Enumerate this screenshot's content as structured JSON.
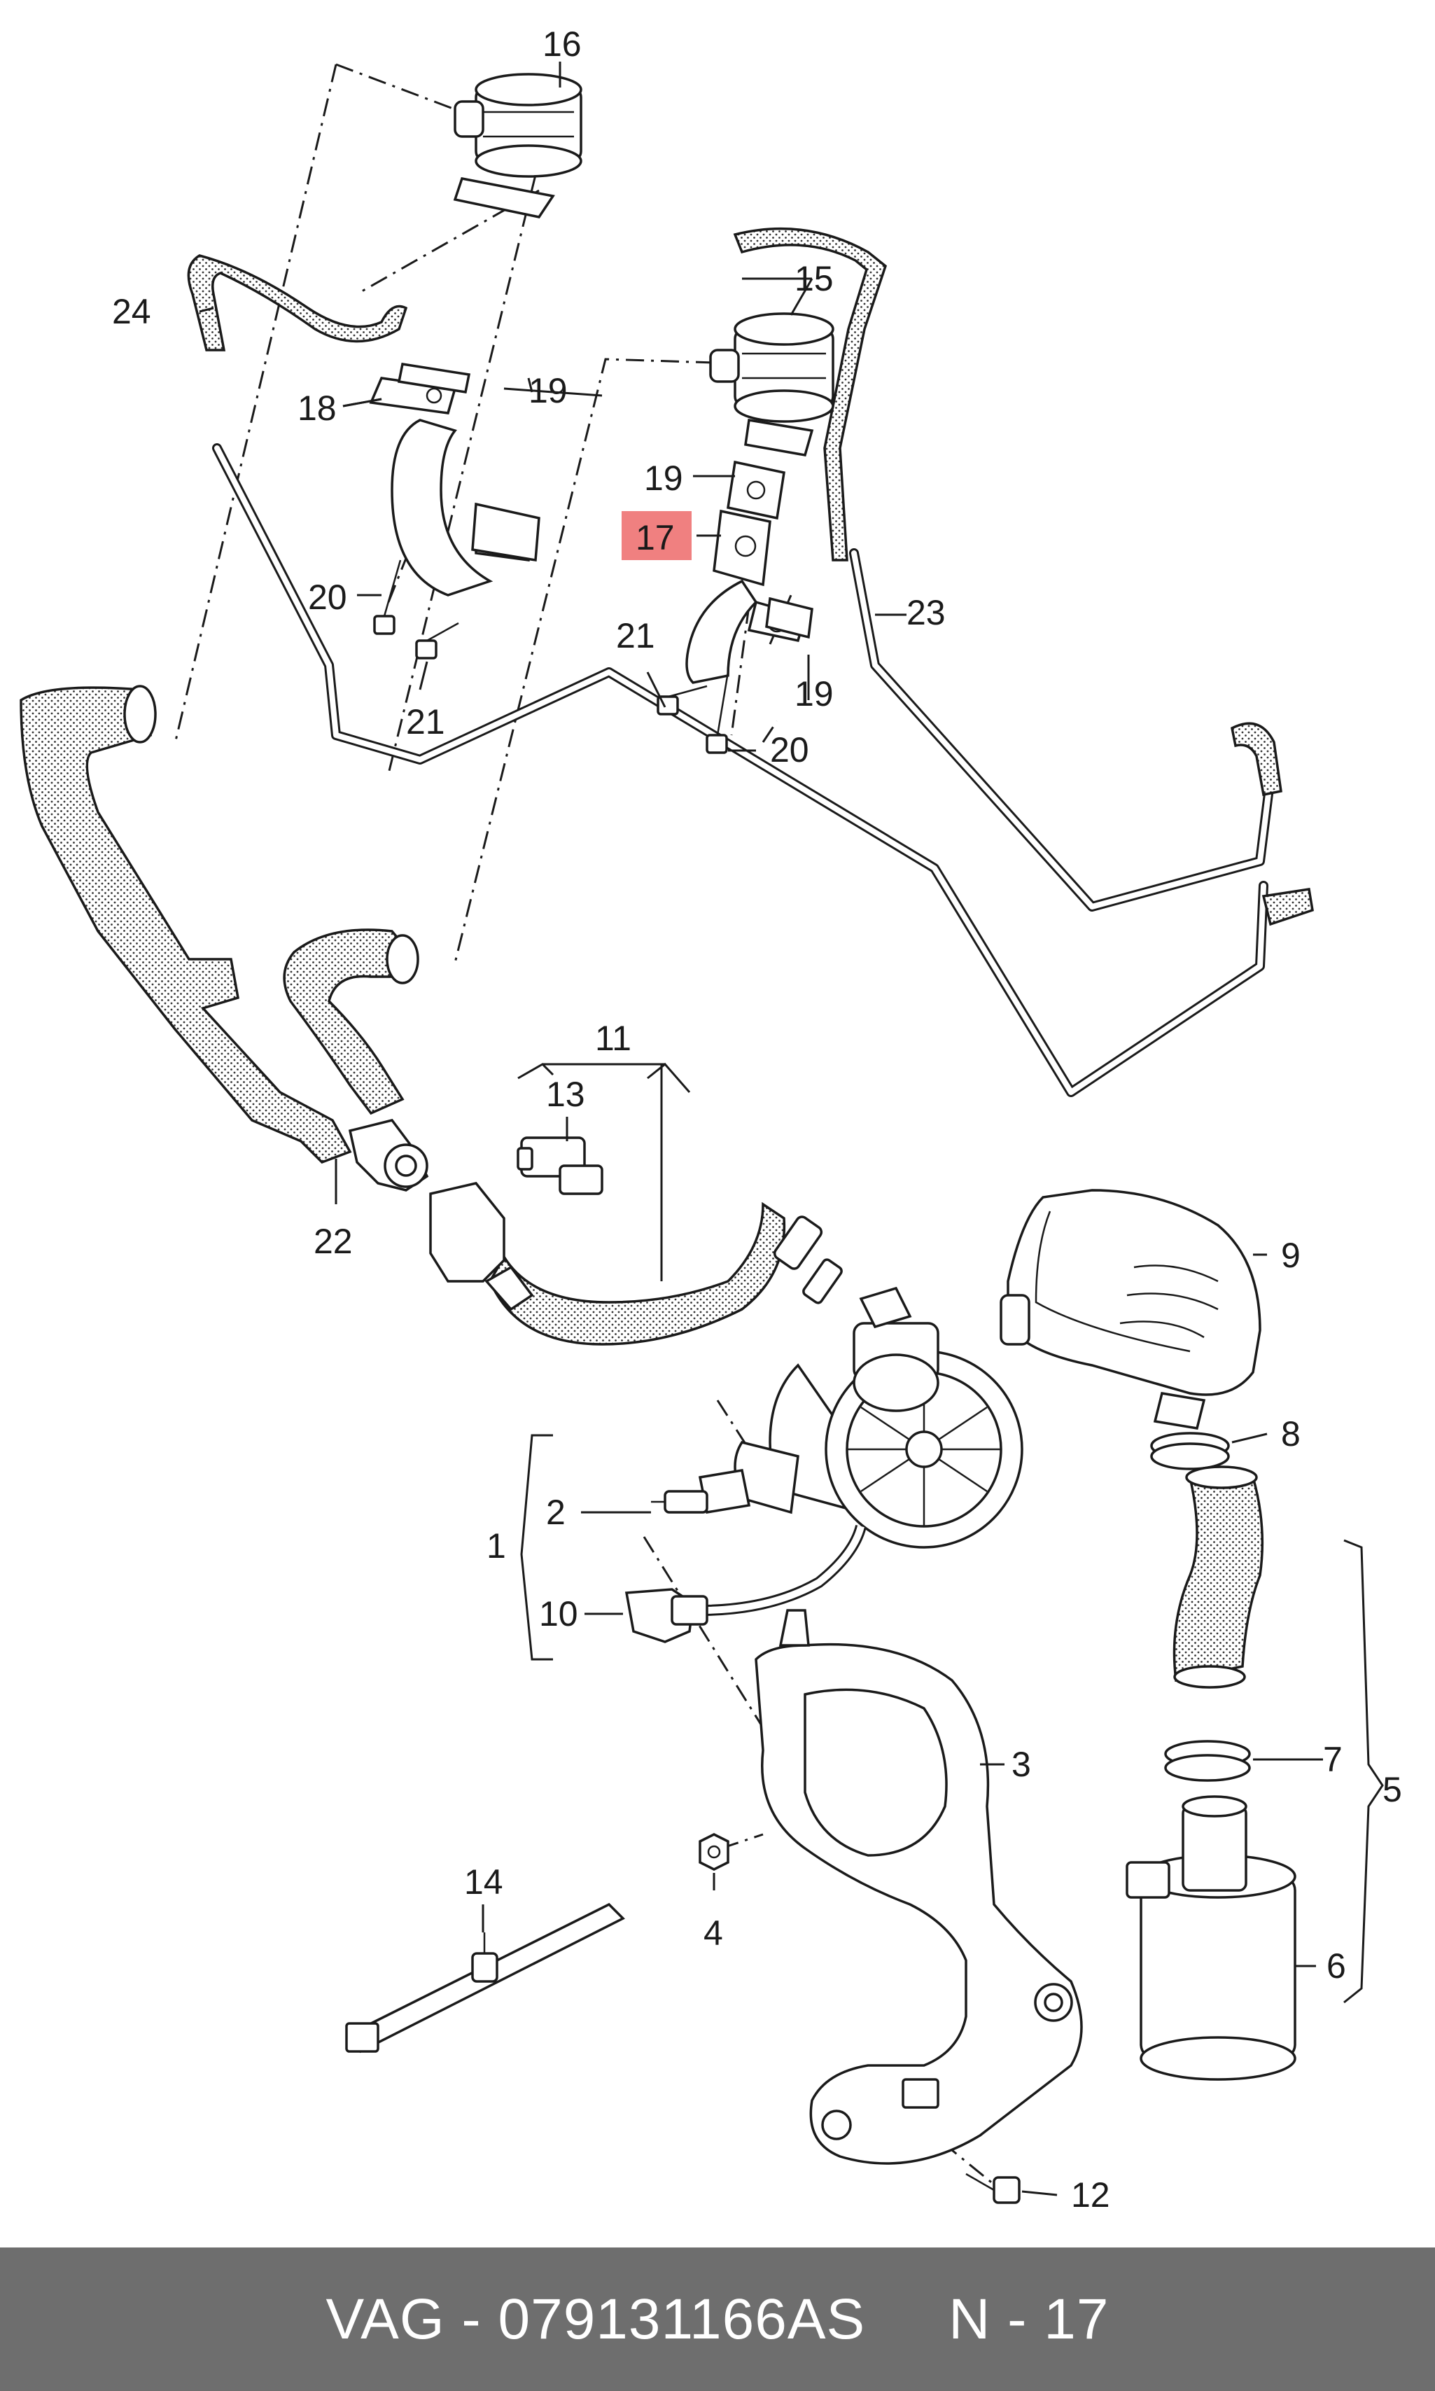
{
  "callouts": {
    "c1": "1",
    "c2": "2",
    "c3": "3",
    "c4": "4",
    "c5": "5",
    "c6": "6",
    "c7": "7",
    "c8": "8",
    "c9": "9",
    "c10": "10",
    "c11": "11",
    "c12": "12",
    "c13": "13",
    "c14": "14",
    "c15": "15",
    "c16": "16",
    "c17": "17",
    "c18": "18",
    "c19a": "19",
    "c19b": "19",
    "c19c": "19",
    "c20a": "20",
    "c20b": "20",
    "c21a": "21",
    "c21b": "21",
    "c22": "22",
    "c23": "23",
    "c24": "24"
  },
  "highlight": {
    "color": "#f08080"
  },
  "footer": {
    "brand": "VAG",
    "separator": " - ",
    "part_number": "079131166AS",
    "gap": "     ",
    "position_label": "N - 17",
    "background": "#6e6e6e"
  }
}
